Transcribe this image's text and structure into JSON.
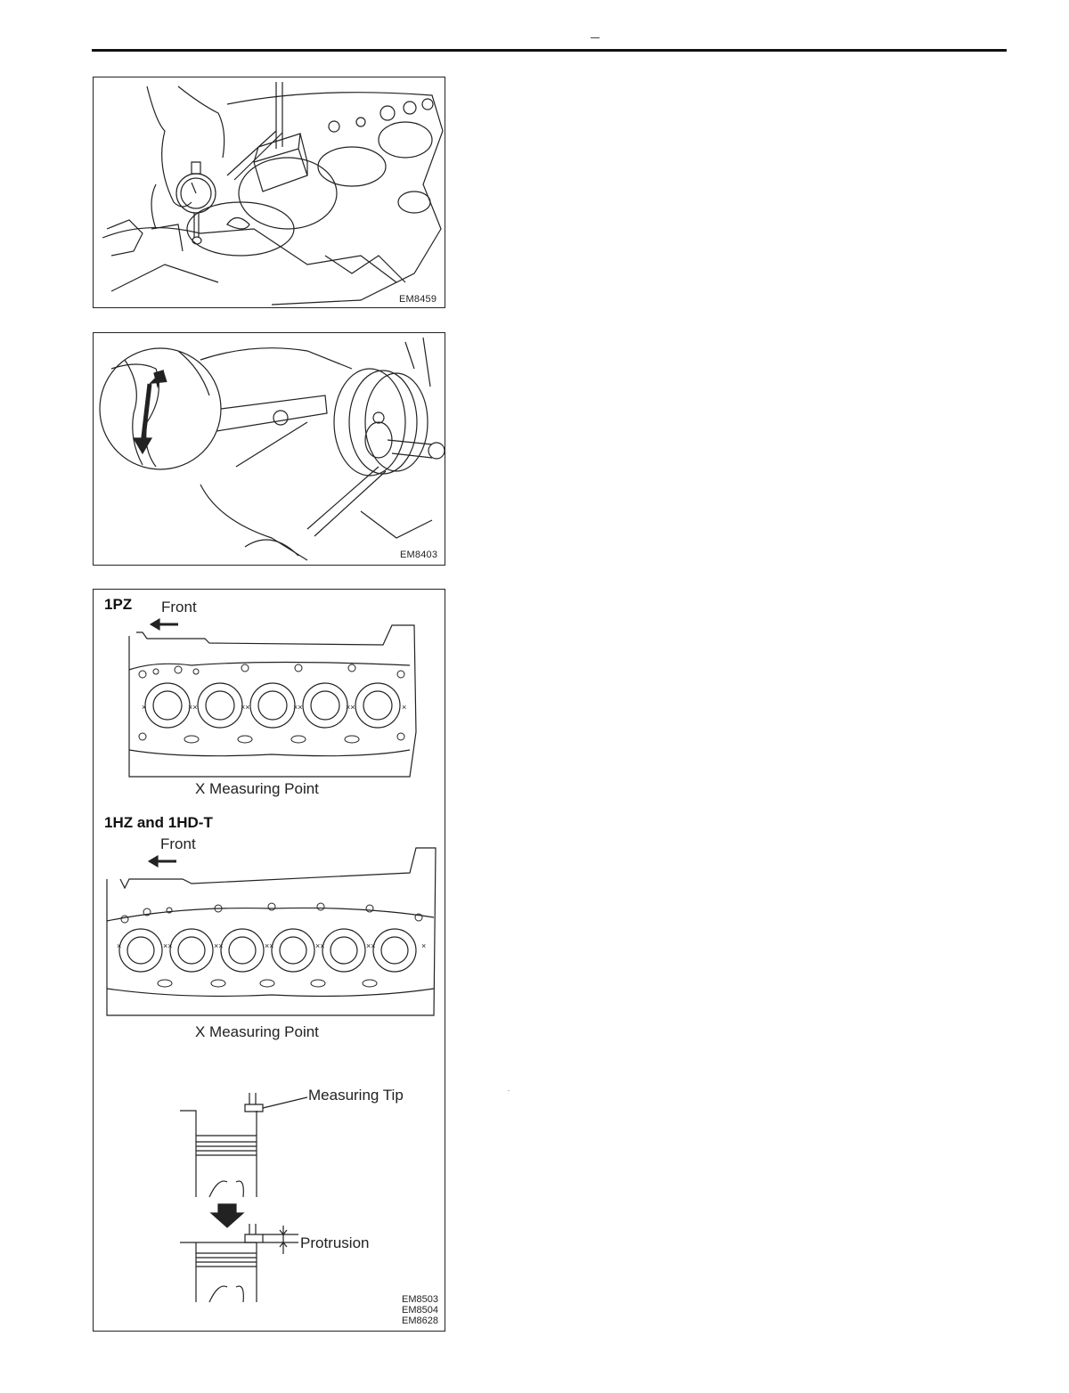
{
  "figures": [
    {
      "code": "EM8459"
    },
    {
      "code": "EM8403"
    },
    {
      "section_1pz": {
        "title": "1PZ",
        "front": "Front",
        "measuring": "X Measuring Point"
      },
      "section_1hz": {
        "title": "1HZ and 1HD-T",
        "front": "Front",
        "measuring": "X Measuring Point"
      },
      "protrusion": {
        "tip_label": "Measuring Tip",
        "protrusion_label": "Protrusion"
      },
      "codes": [
        "EM8503",
        "EM8504",
        "EM8628"
      ]
    }
  ]
}
